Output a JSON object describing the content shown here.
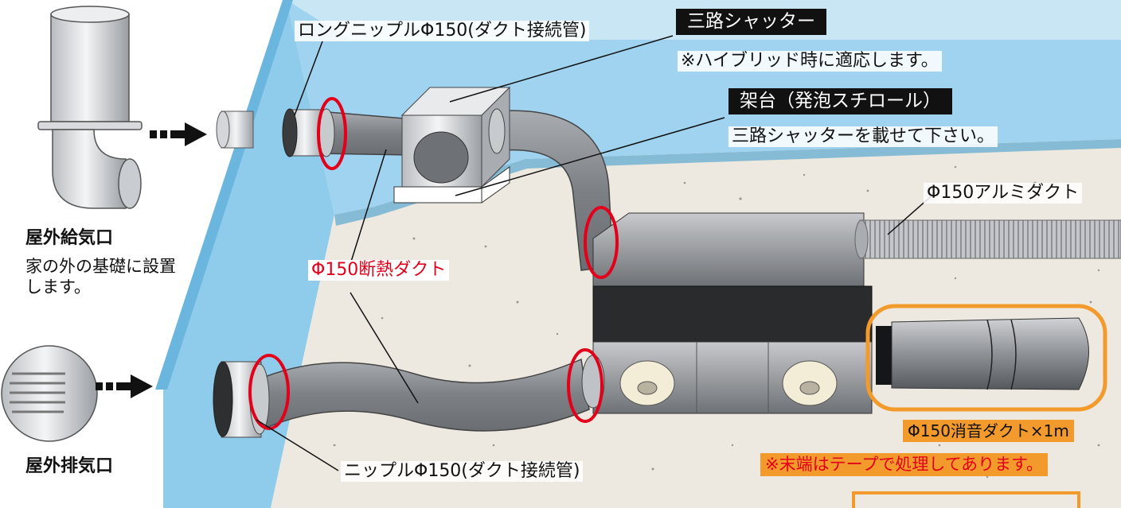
{
  "left_panel": {
    "supply": {
      "title": "屋外給気口",
      "description": "家の外の基礎に設置します。"
    },
    "exhaust": {
      "title": "屋外排気口"
    }
  },
  "callouts": {
    "long_nipple": "ロングニップルΦ150(ダクト接続管)",
    "three_way_shutter": "三路シャッター",
    "three_way_note": "※ハイブリッド時に適応します。",
    "stand": "架台（発泡スチロール）",
    "stand_note": "三路シャッターを載せて下さい。",
    "aluminum_duct": "Φ150アルミダクト",
    "insulated_duct": "Φ150断熱ダクト",
    "silencer_duct": "Φ150消音ダクト×1m",
    "end_note": "※末端はテープで処理してあります。",
    "nipple": "ニップルΦ150(ダクト接続管)"
  },
  "colors": {
    "sky": "#c9e6f5",
    "wall": "#9fd3ef",
    "wall_edge": "#6bb6de",
    "floor": "#ede9e0",
    "duct_gray": "#8c8f93",
    "unit_dark": "#2a2b2d",
    "highlight_red": "#e3001b",
    "highlight_orange": "#f39a2c",
    "tag_black": "#111111"
  }
}
